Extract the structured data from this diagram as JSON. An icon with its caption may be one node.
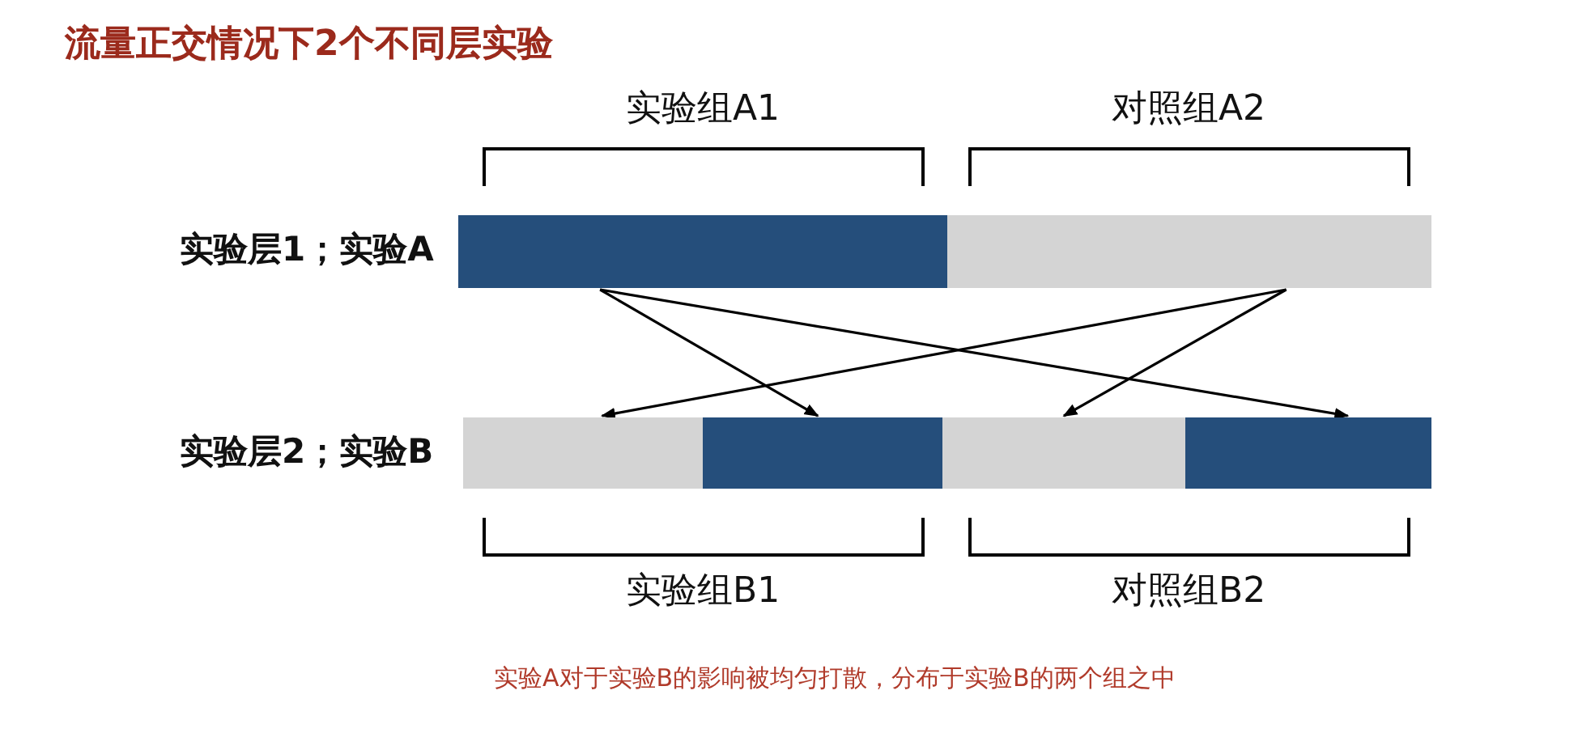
{
  "diagram": {
    "title": "流量正交情况下2个不同层实验",
    "caption": "实验A对于实验B的影响被均匀打散，分布于实验B的两个组之中",
    "nodes": [
      {
        "text": [],
        "shape": "bar"
      },
      {
        "text": [],
        "shape": "bar"
      },
      {
        "text": [],
        "shape": "bar"
      },
      {
        "text": [],
        "shape": "bar"
      },
      {
        "text": [],
        "shape": "bar"
      },
      {
        "text": [],
        "shape": "bar"
      }
    ],
    "edges": [
      {
        "from": 0,
        "to": 3,
        "arrow": "to"
      },
      {
        "from": 0,
        "to": 5,
        "arrow": "to"
      },
      {
        "from": 1,
        "to": 2,
        "arrow": "to"
      },
      {
        "from": 1,
        "to": 4,
        "arrow": "to"
      }
    ],
    "labels": [
      "实验组A1",
      "对照组A2",
      "实验层1；实验A",
      "实验层2；实验B",
      "实验组B1",
      "对照组B2"
    ]
  }
}
